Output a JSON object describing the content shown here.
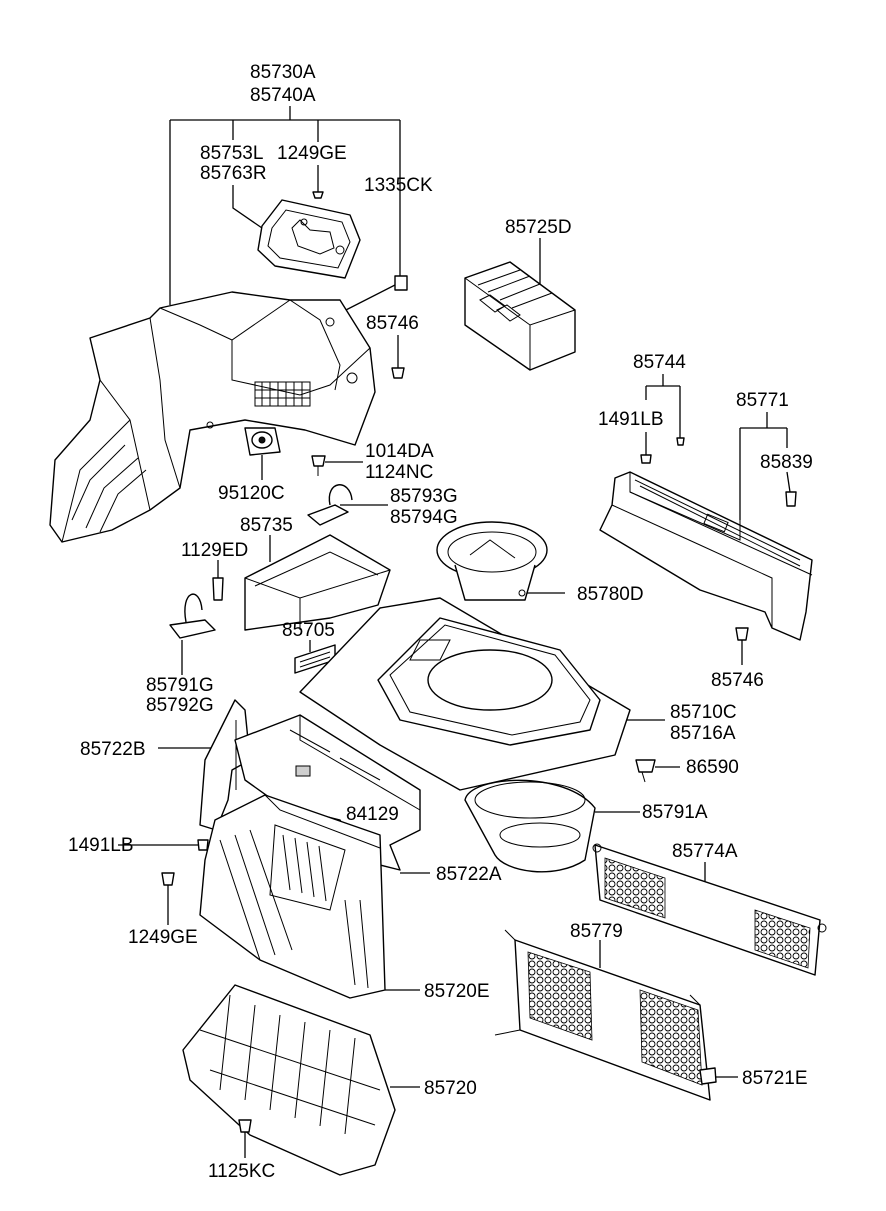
{
  "parts": {
    "p85730A": "85730A",
    "p85740A": "85740A",
    "p85753L": "85753L",
    "p85763R": "85763R",
    "p1249GE_a": "1249GE",
    "p1335CK": "1335CK",
    "p85725D": "85725D",
    "p85746_a": "85746",
    "p85744": "85744",
    "p1491LB_a": "1491LB",
    "p85771": "85771",
    "p85839": "85839",
    "p1014DA": "1014DA",
    "p1124NC": "1124NC",
    "p95120C": "95120C",
    "p85793G": "85793G",
    "p85794G": "85794G",
    "p85735": "85735",
    "p1129ED": "1129ED",
    "p85780D": "85780D",
    "p85746_b": "85746",
    "p85705": "85705",
    "p85791G": "85791G",
    "p85792G": "85792G",
    "p85710C": "85710C",
    "p85716A": "85716A",
    "p85722B": "85722B",
    "p86590": "86590",
    "p84129": "84129",
    "p85791A": "85791A",
    "p1491LB_b": "1491LB",
    "p85774A": "85774A",
    "p85722A": "85722A",
    "p1249GE_b": "1249GE",
    "p85779": "85779",
    "p85720E": "85720E",
    "p85721E": "85721E",
    "p85720": "85720",
    "p1125KC": "1125KC"
  }
}
